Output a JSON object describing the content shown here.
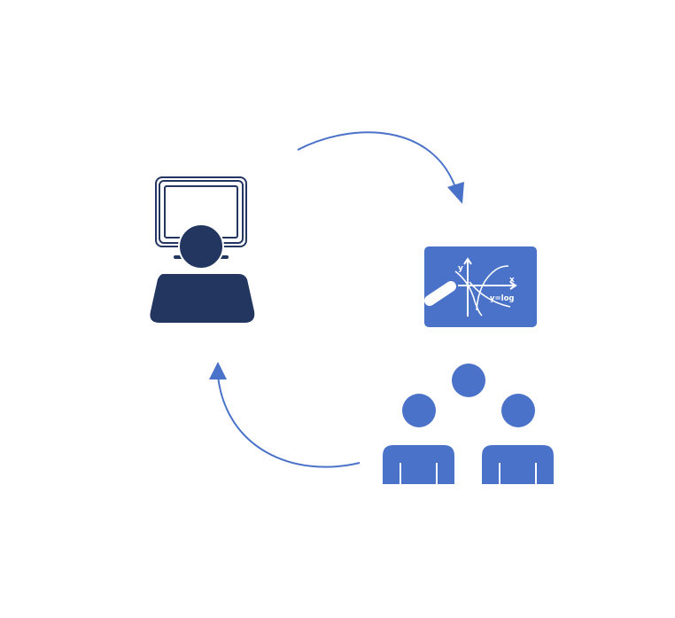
{
  "colors": {
    "background": "#ffffff",
    "dark_navy": "#223660",
    "accent_blue": "#4a72c8",
    "white": "#ffffff"
  },
  "nodes": [
    {
      "id": "user-at-computer",
      "icon": "person-at-computer-icon"
    },
    {
      "id": "teacher-board",
      "icon": "blackboard-presentation-icon"
    },
    {
      "id": "audience-group",
      "icon": "group-of-people-icon"
    }
  ],
  "edges": [
    {
      "from": "user-at-computer",
      "to": "teacher-board",
      "icon": "curved-arrow-icon"
    },
    {
      "from": "audience-group",
      "to": "user-at-computer",
      "icon": "curved-arrow-icon"
    }
  ],
  "board": {
    "axis_y": "y",
    "axis_x": "x",
    "formula": "y=log"
  }
}
